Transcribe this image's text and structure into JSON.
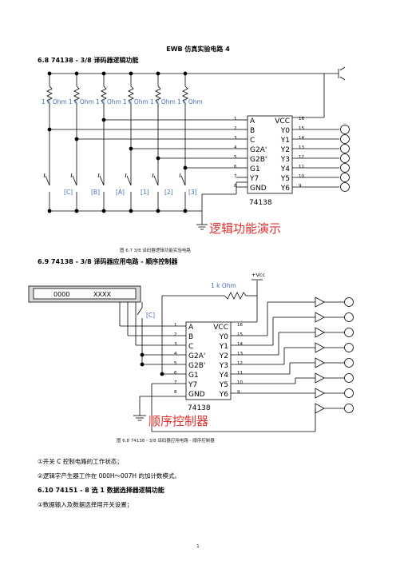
{
  "doc_title": "EWB 仿真实验电路 4",
  "section_68": "6.8   74138 - 3/8 译码器逻辑功能",
  "fig1": {
    "resistors": [
      "1 k Ohm",
      "1 k Ohm",
      "1 k Ohm",
      "1 k Ohm",
      "1 k Ohm",
      "1 k Ohm"
    ],
    "switches": [
      "[C]",
      "[B]",
      "[A]",
      "[1]",
      "[2]",
      "[3]"
    ],
    "chip_name": "74138",
    "left_pins": [
      "A",
      "B",
      "C",
      "G2A'",
      "G2B'",
      "G1",
      "Y7",
      "GND"
    ],
    "left_pin_nums": [
      "1",
      "2",
      "3",
      "4",
      "5",
      "6",
      "7",
      "8"
    ],
    "right_pins": [
      "VCC",
      "Y0",
      "Y1",
      "Y2",
      "Y3",
      "Y4",
      "Y5",
      "Y6"
    ],
    "right_pin_nums": [
      "16",
      "15",
      "14",
      "13",
      "12",
      "11",
      "10",
      "9"
    ],
    "overlay_text": "逻辑功能演示",
    "caption": "图 6.7     3/8 译码器逻辑功能实验电路"
  },
  "section_69": "6.9    74138 - 3/8 译码器应用电路 - 顺序控制器",
  "fig2": {
    "vcc_label": "+Vcc",
    "resistor": "1 k Ohm",
    "word_gen_left": "0000",
    "word_gen_right": "XXXX",
    "switch": "[C]",
    "chip_name": "74138",
    "left_pins": [
      "A",
      "B",
      "C",
      "G2A'",
      "G2B'",
      "G1",
      "Y7",
      "GND"
    ],
    "left_pin_nums": [
      "1",
      "2",
      "3",
      "4",
      "5",
      "6",
      "7",
      "8"
    ],
    "right_pins": [
      "VCC",
      "Y0",
      "Y1",
      "Y2",
      "Y3",
      "Y4",
      "Y5",
      "Y6"
    ],
    "right_pin_nums": [
      "16",
      "15",
      "14",
      "13",
      "12",
      "11",
      "10",
      "9"
    ],
    "overlay_text": "顺序控制器",
    "caption": "图 6.8      74138 - 3/8 译码器应用电路 - 顺序控制器"
  },
  "note1": "①开关 C 控制电路的工作状态；",
  "note2": "②逻辑字产生器工作在 000H～007H 的加计数模式。",
  "section_610": "6.10    74151 - 8 选 1 数据选择器逻辑功能",
  "note3": "①数据输入及数据选择用开关设置；",
  "page_number": "1"
}
